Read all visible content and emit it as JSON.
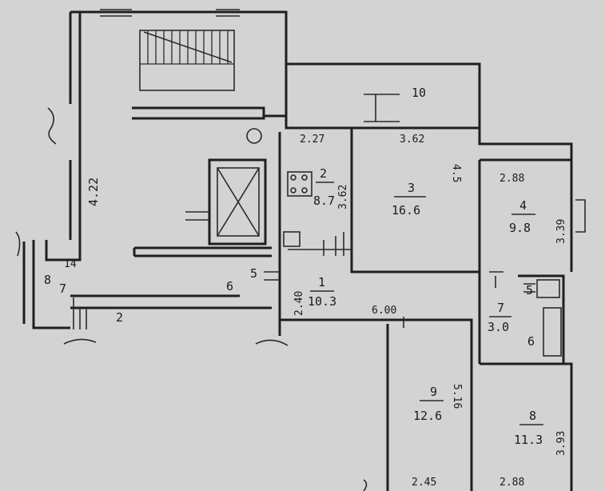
{
  "rooms": [
    {
      "id": "1",
      "number": "1",
      "area": "10.3"
    },
    {
      "id": "2",
      "number": "2",
      "area": "8.7"
    },
    {
      "id": "3",
      "number": "3",
      "area": "16.6"
    },
    {
      "id": "4",
      "number": "4",
      "area": "9.8"
    },
    {
      "id": "7",
      "number": "7",
      "area": "3.0"
    },
    {
      "id": "8",
      "number": "8",
      "area": "11.3"
    },
    {
      "id": "9",
      "number": "9",
      "area": "12.6"
    }
  ],
  "dimensions": {
    "top_10": "10",
    "left_422": "4.22",
    "r2_width": "2.27",
    "r2_height": "3.62",
    "r3_width": "3.62",
    "r3_height": "4.5",
    "r4_width": "2.88",
    "r4_height": "3.39",
    "hall_width": "2.40",
    "hall_length": "6.00",
    "r9_height": "5.16",
    "r9_width": "2.45",
    "r8_width": "2.88",
    "r8_height": "3.93"
  },
  "marks": {
    "m5": "5",
    "m6": "6",
    "m7": "7",
    "m14": "14",
    "m8": "8",
    "m2": "2",
    "m_r7_5": "5",
    "m_r7_6": "6"
  }
}
